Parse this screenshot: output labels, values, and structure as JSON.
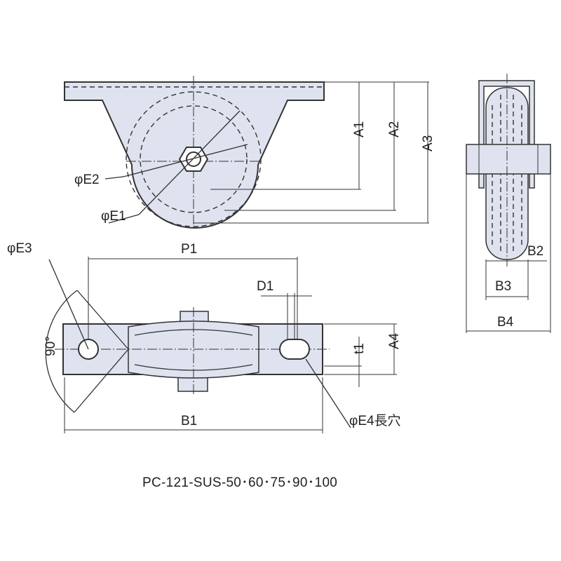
{
  "labels": {
    "A1": "A1",
    "A2": "A2",
    "A3": "A3",
    "A4": "A4",
    "E1": "φE1",
    "E2": "φE2",
    "E3": "φE3",
    "E4": "φE4長穴",
    "P1": "P1",
    "D1": "D1",
    "t1": "t1",
    "B1": "B1",
    "B2": "B2",
    "B3": "B3",
    "B4": "B4",
    "angle": "90°"
  },
  "caption": "PC-121-SUS-50･60･75･90･100",
  "colors": {
    "part_fill": "#dfe3ef",
    "line": "#333333"
  }
}
